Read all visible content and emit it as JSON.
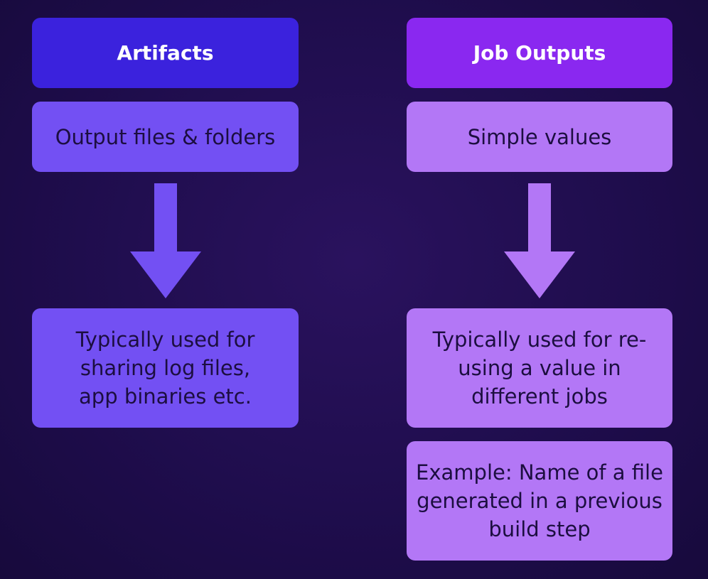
{
  "diagram": {
    "columns": [
      {
        "id": "artifacts",
        "header": "Artifacts",
        "description": "Output files & folders",
        "usage": "Typically used for sharing log files, app binaries etc.",
        "colors": {
          "header": "#3b22dd",
          "body": "#7350f3",
          "arrow": "#7350f3"
        }
      },
      {
        "id": "job-outputs",
        "header": "Job Outputs",
        "description": "Simple values",
        "usage": "Typically used for re-using a value in different jobs",
        "example": "Example: Name of a file generated in a previous build step",
        "colors": {
          "header": "#8a28f0",
          "body": "#b377f6",
          "arrow": "#b377f6"
        }
      }
    ],
    "background": "#1f0d4d"
  }
}
